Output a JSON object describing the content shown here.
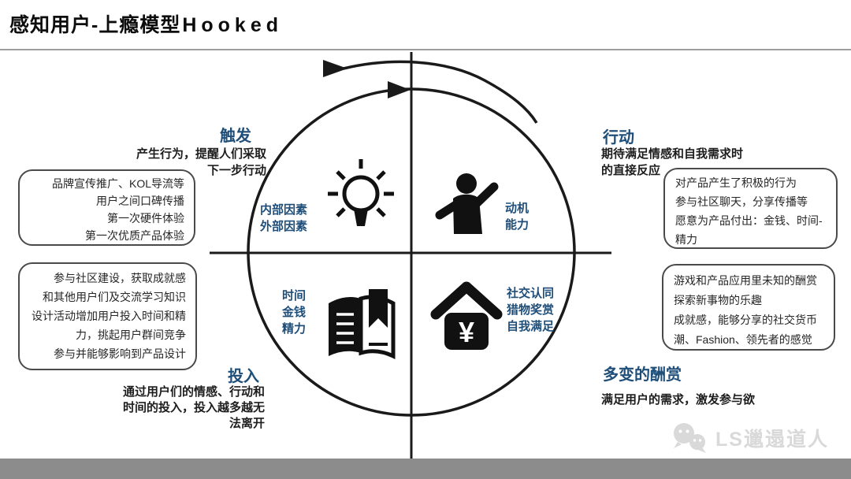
{
  "header": {
    "title_zh": "感知用户-上瘾模型",
    "title_en": "Hooked"
  },
  "colors": {
    "accent_blue": "#1F4E79",
    "diagram_ink": "#1a1a1a",
    "footer_gray": "#8c8c8c",
    "watermark_gray": "#d9d9d9"
  },
  "quadrants": {
    "trigger": {
      "heading": "触发",
      "desc_lines": [
        "产生行为，提醒人们采取",
        "下一步行动"
      ],
      "factors": [
        "内部因素",
        "外部因素"
      ],
      "box_lines": [
        "品牌宣传推广、KOL导流等",
        "用户之间口碑传播",
        "第一次硬件体验",
        "第一次优质产品体验"
      ],
      "icon": "lightbulb-icon"
    },
    "action": {
      "heading": "行动",
      "desc_lines": [
        "期待满足情感和自我需求时",
        "的直接反应"
      ],
      "factors": [
        "动机",
        "能力"
      ],
      "box_lines": [
        "对产品产生了积极的行为",
        "参与社区聊天，分享传播等",
        "愿意为产品付出：金钱、时间-精力"
      ],
      "icon": "person-icon"
    },
    "variable_reward": {
      "heading": "多变的酬赏",
      "desc_lines": [
        "满足用户的需求，激发参与欲"
      ],
      "factors": [
        "社交认同",
        "猎物奖赏",
        "自我满足"
      ],
      "box_lines": [
        "游戏和产品应用里未知的酬赏",
        "探索新事物的乐趣",
        "成就感，能够分享的社交货币",
        "潮、Fashion、领先者的感觉"
      ],
      "icon": "house-yen-icon"
    },
    "investment": {
      "heading": "投入",
      "desc_lines": [
        "通过用户们的情感、行动和",
        "时间的投入，投入越多越无",
        "法离开"
      ],
      "factors": [
        "时间",
        "金钱",
        "精力"
      ],
      "box_lines": [
        "参与社区建设，获取成就感",
        "和其他用户们及交流学习知识",
        "设计活动增加用户投入时间和精力，挑起用户群间竞争",
        "参与并能够影响到产品设计"
      ],
      "icon": "open-book-icon"
    }
  },
  "icons": {
    "house_symbol": "¥"
  },
  "watermark": {
    "text": "LS邋遢道人",
    "icon": "wechat-icon"
  }
}
